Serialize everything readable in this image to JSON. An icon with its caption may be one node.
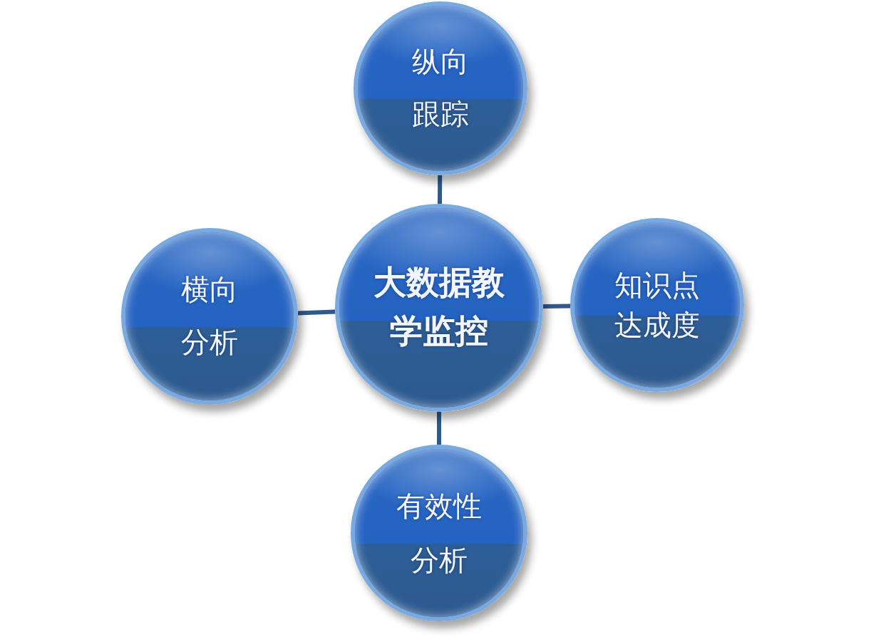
{
  "diagram": {
    "nodes": [
      {
        "text": [
          "纵向跟踪"
        ]
      },
      {
        "text": [
          "横向分析"
        ]
      },
      {
        "text": [
          "大数据教学监控"
        ]
      },
      {
        "text": [
          "知识点达成度"
        ]
      },
      {
        "text": [
          "有效性分析"
        ]
      }
    ],
    "edges": [
      {
        "from": 2,
        "to": 0,
        "arrow": "none"
      },
      {
        "from": 2,
        "to": 1,
        "arrow": "none"
      },
      {
        "from": 2,
        "to": 3,
        "arrow": "none"
      },
      {
        "from": 2,
        "to": 4,
        "arrow": "none"
      }
    ]
  }
}
